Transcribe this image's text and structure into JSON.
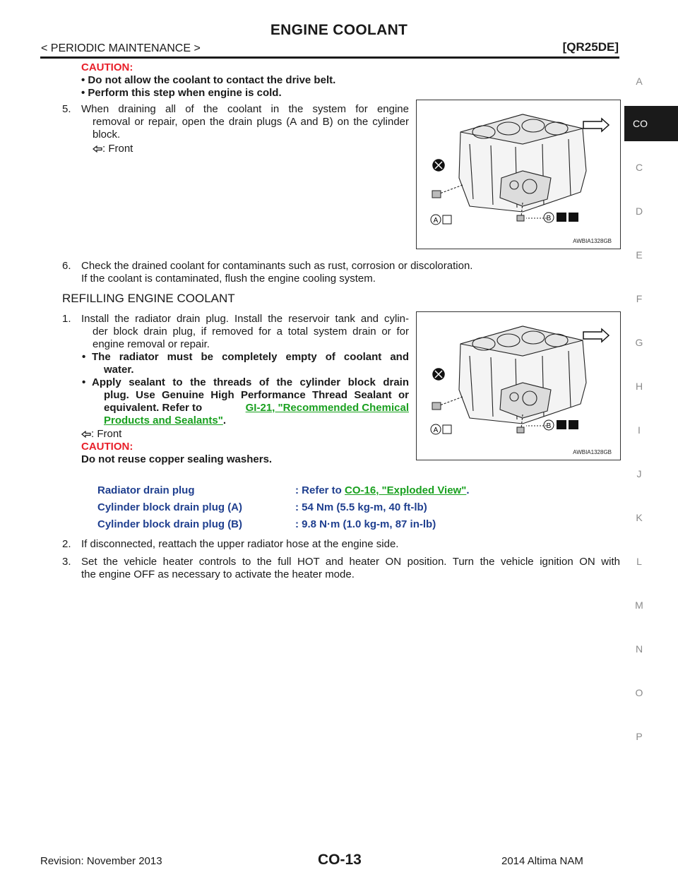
{
  "header": {
    "title": "ENGINE COOLANT",
    "section": "< PERIODIC MAINTENANCE >",
    "model": "[QR25DE]"
  },
  "side_index": [
    "A",
    "CO",
    "C",
    "D",
    "E",
    "F",
    "G",
    "H",
    "I",
    "J",
    "K",
    "L",
    "M",
    "N",
    "O",
    "P"
  ],
  "caution_top": {
    "label": "CAUTION:",
    "items": [
      "• Do not allow the coolant to contact the drive belt.",
      "• Perform this step when engine is cold."
    ]
  },
  "step5": {
    "num": "5.",
    "lines": [
      "When draining all of the coolant in the system for engine",
      "removal or repair, open the drain plugs (A and B) on the cylinder",
      "block."
    ],
    "front": ": Front"
  },
  "figure1": {
    "code": "AWBIA1328GB",
    "label_a": "A",
    "label_b": "B"
  },
  "step6": {
    "num": "6.",
    "line1": "Check the drained coolant for contaminants such as rust, corrosion or discoloration.",
    "line2": "If the coolant is contaminated, flush the engine cooling system."
  },
  "refill_heading": "REFILLING ENGINE COOLANT",
  "step1": {
    "num": "1.",
    "lines": [
      "Install the radiator drain plug. Install the reservoir tank and cylin-",
      "der block drain plug, if removed for a total system drain or for",
      "engine removal or repair."
    ],
    "bullet1": [
      "The radiator must be completely empty of coolant and",
      "water."
    ],
    "bullet2_a": "Apply sealant to the threads of the cylinder block drain",
    "bullet2_b": "plug. Use Genuine High Performance Thread Sealant or",
    "bullet2_c": "equivalent. Refer to",
    "link_part1": "GI-21, \"Recommended Chemical",
    "link_part2": "Products and Sealants\"",
    "period": ".",
    "front": ": Front",
    "caution_label": "CAUTION:",
    "caution_text": "Do not reuse copper sealing washers."
  },
  "figure2": {
    "code": "AWBIA1328GB",
    "label_a": "A",
    "label_b": "B"
  },
  "torque": [
    {
      "name": "Radiator drain plug",
      "value_prefix": ": Refer to ",
      "link": "CO-16, \"Exploded View\"",
      "suffix": "."
    },
    {
      "name": "Cylinder block drain plug (A)",
      "value": ": 54 Nm (5.5 kg-m, 40 ft-lb)"
    },
    {
      "name": "Cylinder block drain plug (B)",
      "value": ": 9.8 N·m (1.0 kg-m, 87 in-lb)"
    }
  ],
  "step2": {
    "num": "2.",
    "text": "If disconnected, reattach the upper radiator hose at the engine side."
  },
  "step3": {
    "num": "3.",
    "line1": "Set the vehicle heater controls to the full HOT and heater ON position. Turn the vehicle ignition ON with",
    "line2": "the engine OFF as necessary to activate the heater mode."
  },
  "footer": {
    "revision": "Revision: November 2013",
    "page": "CO-13",
    "model": "2014 Altima NAM"
  }
}
